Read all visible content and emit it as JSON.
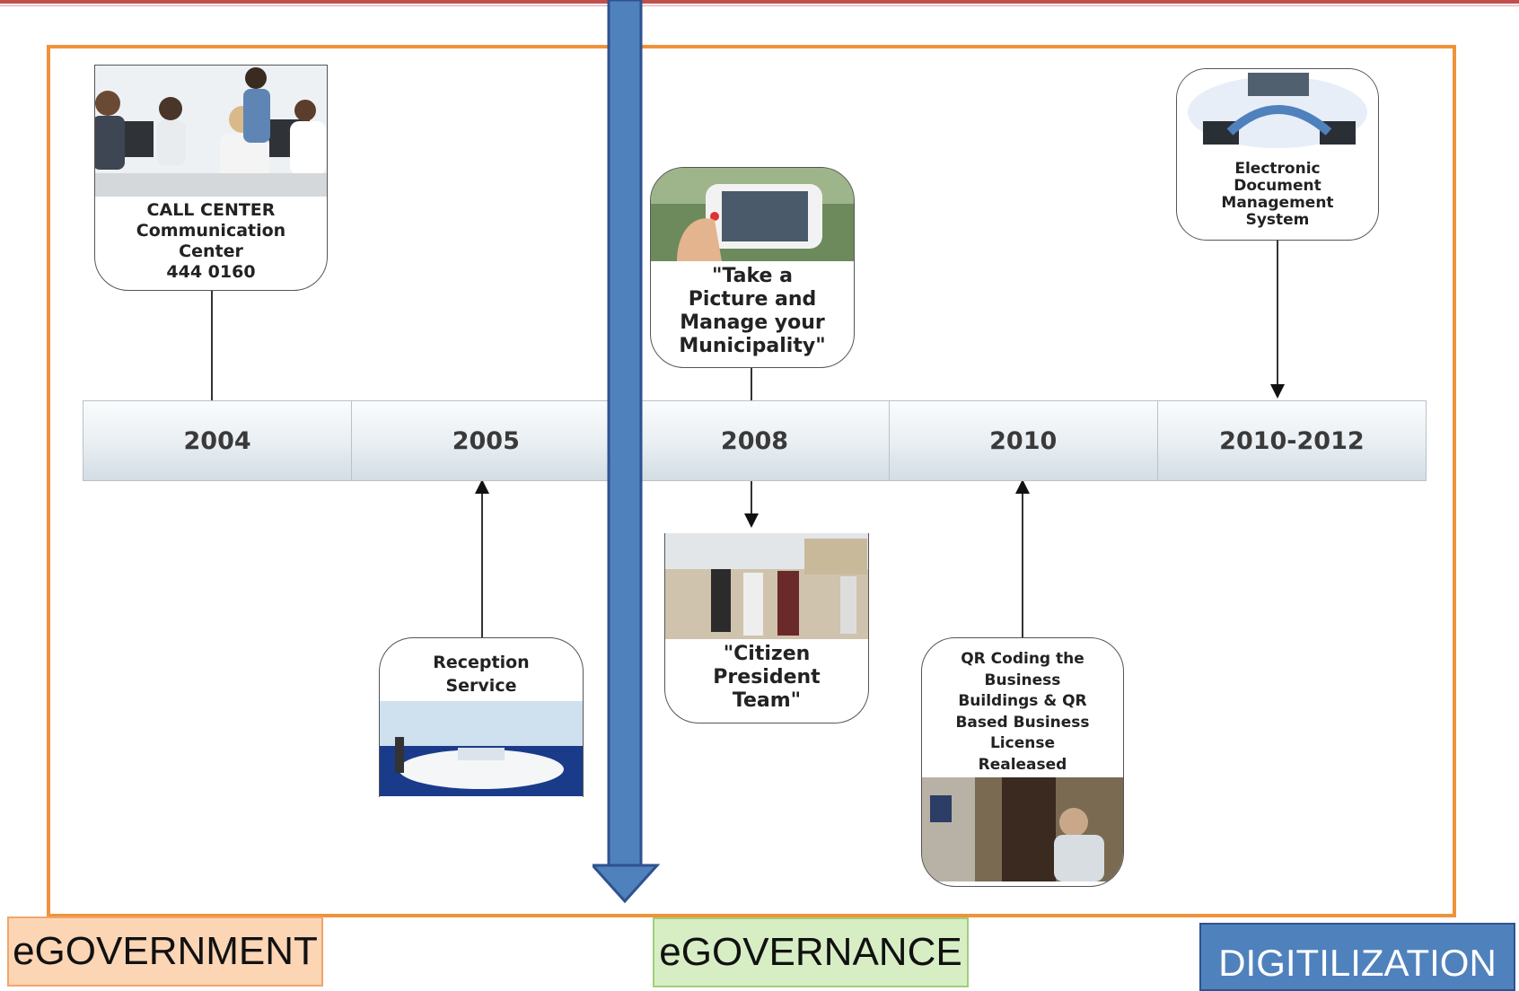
{
  "timeline": {
    "years": [
      "2004",
      "2005",
      "2008",
      "2010",
      "2010-2012"
    ]
  },
  "cards": {
    "call_center": "CALL CENTER\nCommunication\nCenter\n444 0160",
    "picture_manage": "\"Take a\nPicture and\nManage your\nMunicipality\"",
    "edms": "Electronic\nDocument\nManagement\nSystem",
    "reception": "Reception\nService",
    "citizen_president": "\"Citizen\nPresident\nTeam\"",
    "qr_coding": "QR Coding the\nBusiness\nBuildings & QR\nBased Business\nLicense\nRealeased"
  },
  "phases": {
    "egovernment": "eGOVERNMENT",
    "egovernance": "eGOVERNANCE",
    "digitilization": "DIGITILIZATION"
  },
  "colors": {
    "frame": "#f0923a",
    "arrow": "#4f81bd",
    "egovernment_fill": "#fcd5b5",
    "egovernance_fill": "#d7eec5",
    "digitilization_fill": "#4f81bd"
  }
}
